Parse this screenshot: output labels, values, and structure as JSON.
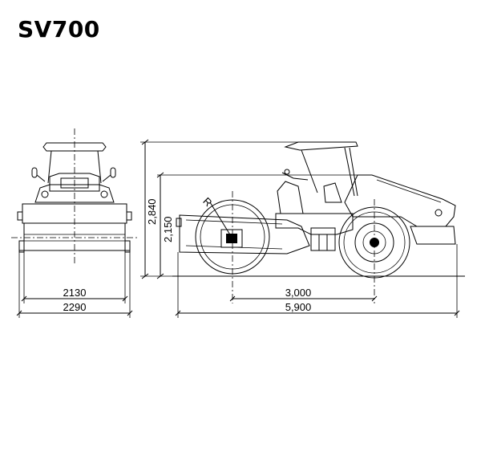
{
  "title": "SV700",
  "labels": {
    "radius": "R"
  },
  "dimensions": {
    "front_inner_width": "2130",
    "front_total_width": "2290",
    "total_height": "2,840",
    "cab_height": "2,150",
    "wheelbase": "3,000",
    "total_length": "5,900"
  },
  "colors": {
    "line": "#000000",
    "background": "#ffffff"
  }
}
